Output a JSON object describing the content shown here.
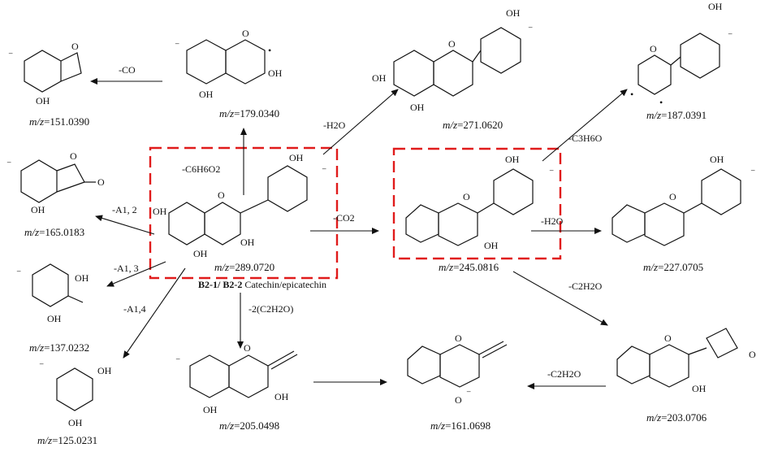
{
  "annotations": {
    "neg": "⁻",
    "oh": "OH",
    "o": "O",
    "dot": "•"
  },
  "fragments": [
    {
      "id": "f151",
      "mz_prefix": "m/z",
      "mz_value": "=151.0390"
    },
    {
      "id": "f179",
      "mz_prefix": "m/z",
      "mz_value": "=179.0340"
    },
    {
      "id": "f271",
      "mz_prefix": "m/z",
      "mz_value": "=271.0620"
    },
    {
      "id": "f187",
      "mz_prefix": "m/z",
      "mz_value": "=187.0391"
    },
    {
      "id": "f165",
      "mz_prefix": "m/z",
      "mz_value": "=165.0183"
    },
    {
      "id": "f289",
      "mz_prefix": "m/z",
      "mz_value": "=289.0720"
    },
    {
      "id": "f245",
      "mz_prefix": "m/z",
      "mz_value": "=245.0816"
    },
    {
      "id": "f227",
      "mz_prefix": "m/z",
      "mz_value": "=227.0705"
    },
    {
      "id": "f137",
      "mz_prefix": "m/z",
      "mz_value": "=137.0232"
    },
    {
      "id": "f125",
      "mz_prefix": "m/z",
      "mz_value": "=125.0231"
    },
    {
      "id": "f205",
      "mz_prefix": "m/z",
      "mz_value": "=205.0498"
    },
    {
      "id": "f161",
      "mz_prefix": "m/z",
      "mz_value": "=161.0698"
    },
    {
      "id": "f203",
      "mz_prefix": "m/z",
      "mz_value": "=203.0706"
    }
  ],
  "precursor_label": {
    "bold": "B2-1/ B2-2",
    "rest": " Catechin/epicatechin"
  },
  "losses": {
    "co": "-CO",
    "c6h6o2": "-C6H6O2",
    "h2o_top": "-H2O",
    "c3h6o": "-C3H6O",
    "a12": "-A1, 2",
    "co2": "-CO2",
    "h2o_right": "-H2O",
    "a13": "-A1, 3",
    "a14": "-A1,4",
    "c2h2o_x2": "-2(C2H2O)",
    "c2h2o_right": "-C2H2O",
    "c2h2o_bottom": "-C2H2O"
  }
}
